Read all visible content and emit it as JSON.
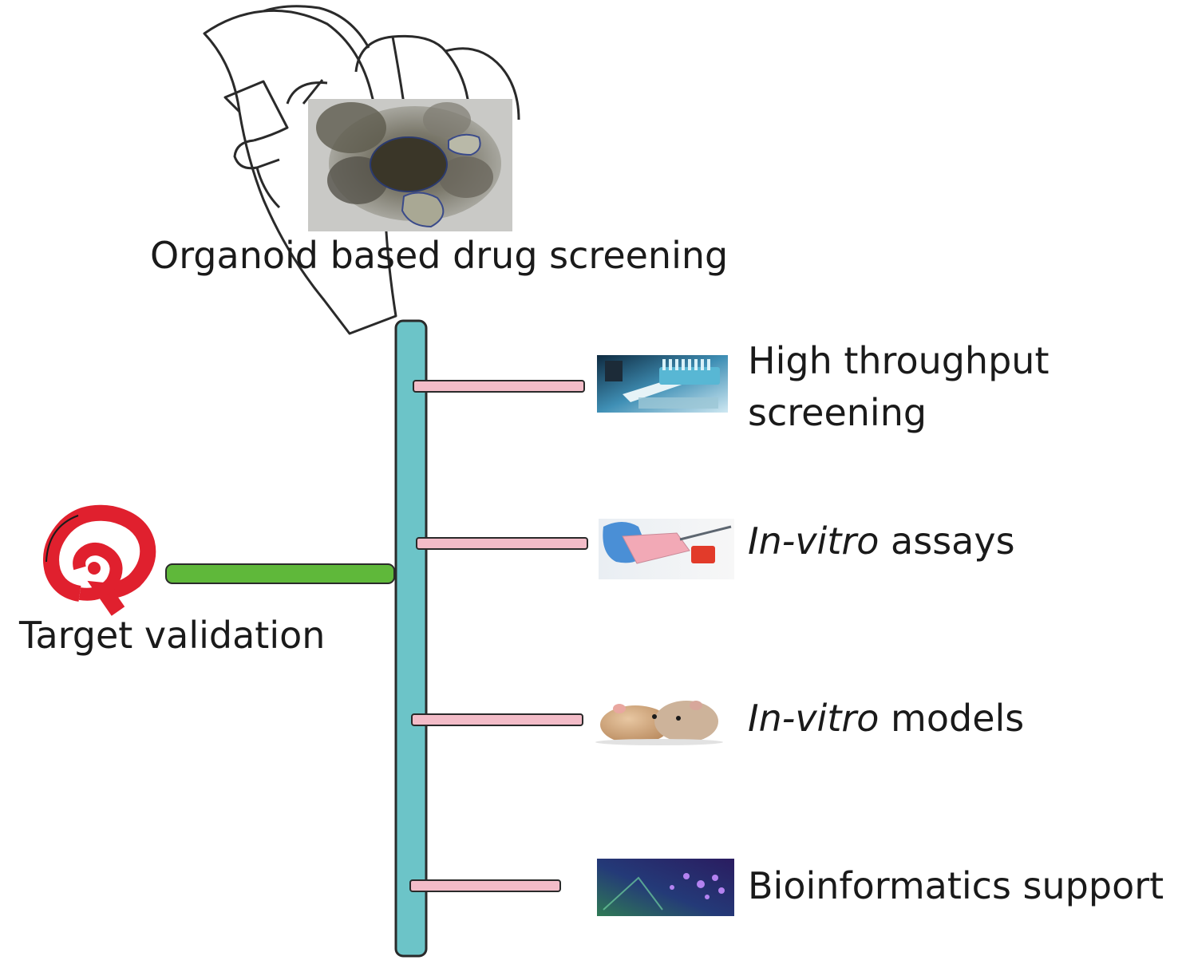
{
  "labels": {
    "organoid": "Organoid based drug screening",
    "target": "Target validation",
    "hts_line1": "High throughput",
    "hts_line2": "screening",
    "assays_italic": "In-vitro",
    "assays_rest": " assays",
    "models_italic": "In-vitro",
    "models_rest": " models",
    "bioinfo": "Bioinformatics support"
  },
  "colors": {
    "trunk": "#6cc4c8",
    "branch_green": "#5fb83a",
    "branch_pink": "#f3bcc8",
    "target_red": "#e0202e",
    "outline": "#2a2a2a"
  },
  "icons": {
    "organoid": "organoid-micrograph-image",
    "target": "target-spiral-icon",
    "hts": "lab-pipette-image",
    "assays": "cell-culture-flask-image",
    "models": "mice-image",
    "bioinfo": "bioinformatics-image"
  }
}
